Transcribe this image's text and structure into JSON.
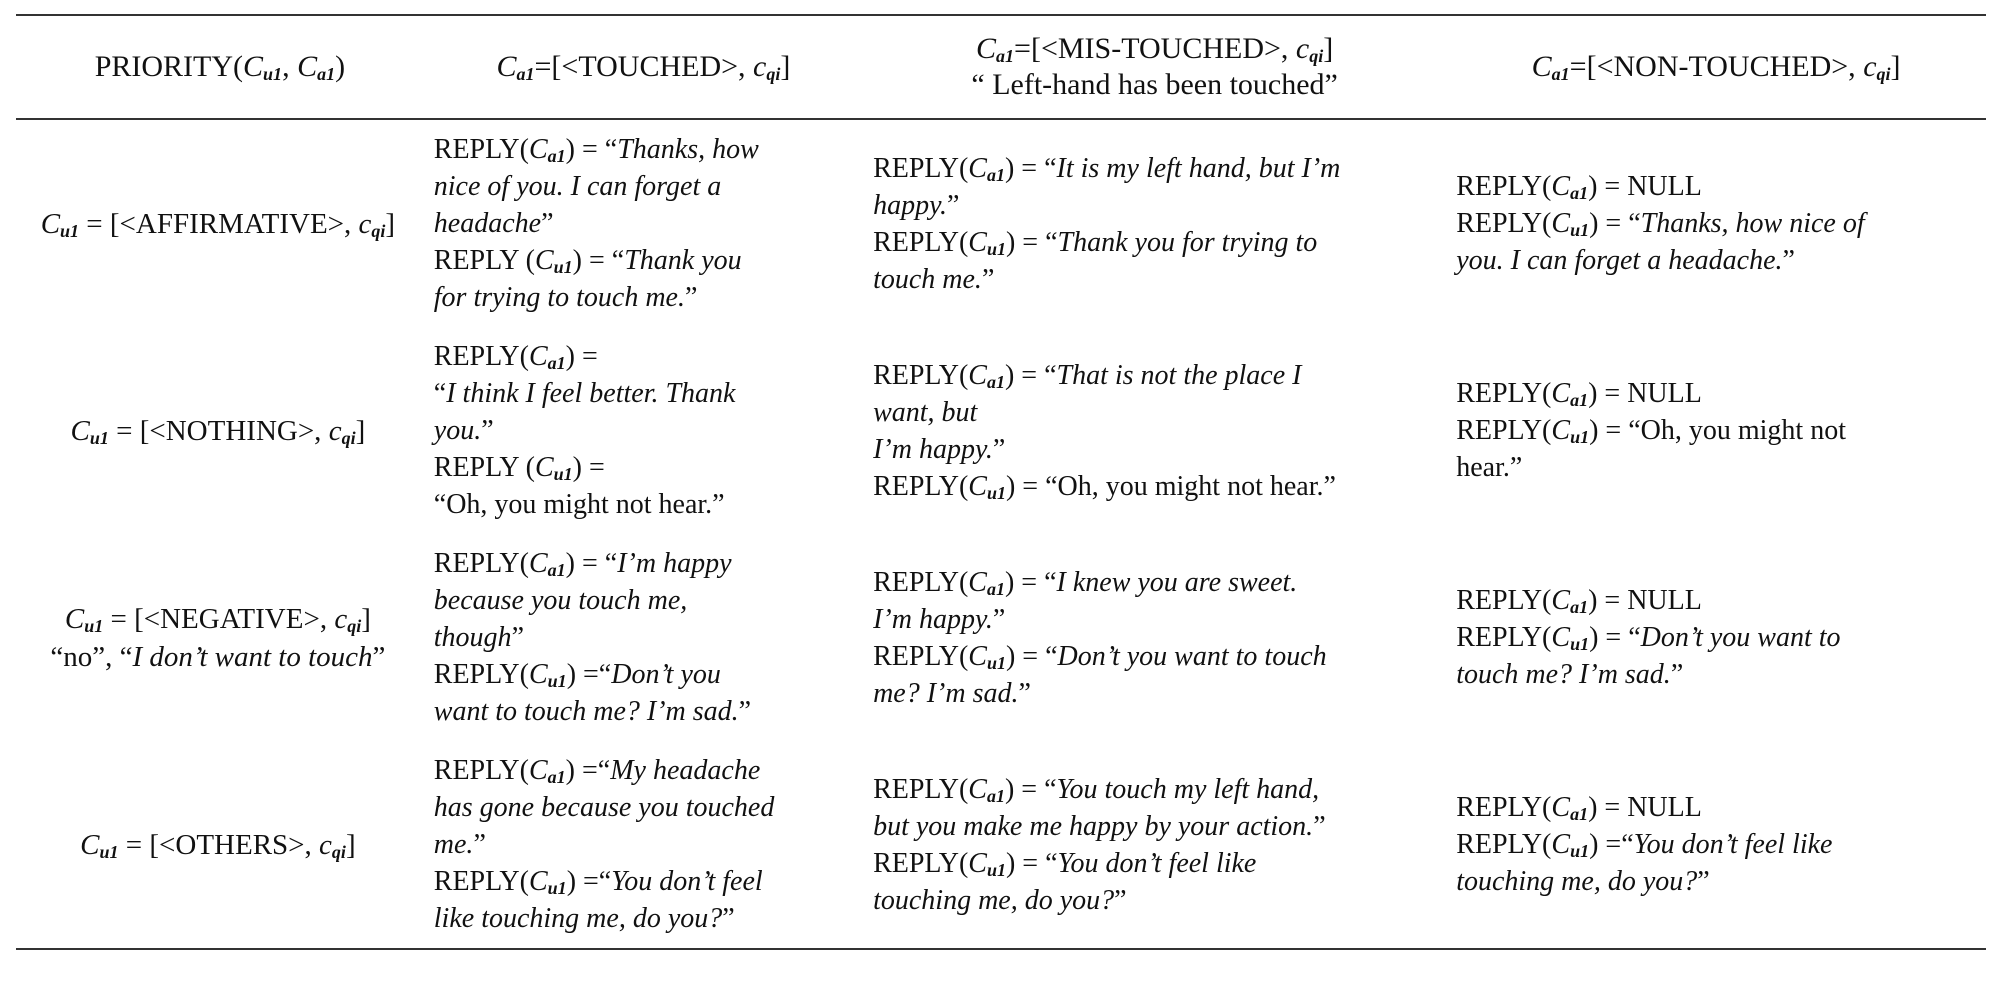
{
  "headers": {
    "priority": {
      "label": "PRIORITY(",
      "a": "C",
      "a_sub": "u1",
      "sep": ", ",
      "b": "C",
      "b_sub": "a1",
      "close": ")"
    },
    "touched": {
      "c": "C",
      "c_sub": "a1",
      "mid": "=[<TOUCHED>, ",
      "q": "c",
      "q_sub": "qi",
      "close": "]"
    },
    "mis_touched": {
      "c": "C",
      "c_sub": "a1",
      "mid": "=[<MIS-TOUCHED>, ",
      "q": "c",
      "q_sub": "qi",
      "close": "]",
      "note": "“ Left-hand has been touched”"
    },
    "non_touched": {
      "c": "C",
      "c_sub": "a1",
      "mid": "=[<NON-TOUCHED>, ",
      "q": "c",
      "q_sub": "qi",
      "close": "]"
    }
  },
  "rows": [
    {
      "head": {
        "c": "C",
        "c_sub": "u1",
        "mid": " = [<AFFIRMATIVE>, ",
        "q": "c",
        "q_sub": "qi",
        "close": "]"
      },
      "touched": [
        {
          "pre": "REPLY(",
          "c": "C",
          "s": "a1",
          "post": ") = “",
          "it": "Thanks, how"
        },
        {
          "it": "nice of you. I can forget a"
        },
        {
          "it": "headache",
          "post2": "”"
        },
        {
          "pre": "REPLY (",
          "c": "C",
          "s": "u1",
          "post": ") = “",
          "it": "Thank you"
        },
        {
          "it": "for trying to touch me.",
          "post2": "”"
        }
      ],
      "mis": [
        {
          "pre": "REPLY(",
          "c": "C",
          "s": "a1",
          "post": ") = “",
          "it": "It is my left hand, but I’m"
        },
        {
          "it": "happy.",
          "post2": "”"
        },
        {
          "pre": "REPLY(",
          "c": "C",
          "s": "u1",
          "post": ") = “",
          "it": "Thank you for trying to"
        },
        {
          "it": "touch me.",
          "post2": "”"
        }
      ],
      "non": [
        {
          "pre": "REPLY(",
          "c": "C",
          "s": "a1",
          "post": ") = NULL"
        },
        {
          "pre": "REPLY(",
          "c": "C",
          "s": "u1",
          "post": ") = “",
          "it": "Thanks, how nice of"
        },
        {
          "it": "you. I can forget a headache.",
          "post2": "”"
        }
      ]
    },
    {
      "head": {
        "c": "C",
        "c_sub": "u1",
        "mid": " = [<NOTHING>, ",
        "q": "c",
        "q_sub": "qi",
        "close": "]"
      },
      "touched": [
        {
          "pre": "REPLY(",
          "c": "C",
          "s": "a1",
          "post": ") ="
        },
        {
          "post": "“",
          "it": "I think I feel better. Thank"
        },
        {
          "it": "you.",
          "post2": "”"
        },
        {
          "pre": "REPLY (",
          "c": "C",
          "s": "u1",
          "post": ") ="
        },
        {
          "post": "“Oh, you might not hear.”"
        }
      ],
      "mis": [
        {
          "pre": "REPLY(",
          "c": "C",
          "s": "a1",
          "post": ") = “",
          "it": "That is not the place I"
        },
        {
          "it": "want, but"
        },
        {
          "it": "I’m happy.",
          "post2": "”"
        },
        {
          "pre": "REPLY(",
          "c": "C",
          "s": "u1",
          "post": ") = “Oh, you might not hear.”"
        }
      ],
      "non": [
        {
          "pre": "REPLY(",
          "c": "C",
          "s": "a1",
          "post": ") = NULL"
        },
        {
          "pre": "REPLY(",
          "c": "C",
          "s": "u1",
          "post": ") = “Oh, you might not"
        },
        {
          "post": "hear.”"
        }
      ]
    },
    {
      "head": {
        "c": "C",
        "c_sub": "u1",
        "mid": " = [<NEGATIVE>, ",
        "q": "c",
        "q_sub": "qi",
        "close": "]",
        "note_pre": "“no”, “",
        "note_it": "I don’t want to touch",
        "note_post": "”"
      },
      "touched": [
        {
          "pre": "REPLY(",
          "c": "C",
          "s": "a1",
          "post": ") = “",
          "it": "I’m happy"
        },
        {
          "it": "because you touch me,"
        },
        {
          "it": "though",
          "post2": "”"
        },
        {
          "pre": "REPLY(",
          "c": "C",
          "s": "u1",
          "post": ") =“",
          "it": "Don’t you"
        },
        {
          "it": "want to touch me? I’m sad.",
          "post2": "”"
        }
      ],
      "mis": [
        {
          "pre": "REPLY(",
          "c": "C",
          "s": "a1",
          "post": ") = “",
          "it": "I knew you are sweet."
        },
        {
          "it": "I’m happy.",
          "post2": "”"
        },
        {
          "pre": "REPLY(",
          "c": "C",
          "s": "u1",
          "post": ") = “",
          "it": "Don’t you want to touch"
        },
        {
          "it": "me? I’m sad.",
          "post2": "”"
        }
      ],
      "non": [
        {
          "pre": "REPLY(",
          "c": "C",
          "s": "a1",
          "post": ") = NULL"
        },
        {
          "pre": "REPLY(",
          "c": "C",
          "s": "u1",
          "post": ") = “",
          "it": "Don’t you want to"
        },
        {
          "it": "touch me? I’m sad.",
          "post2": "”"
        }
      ]
    },
    {
      "head": {
        "c": "C",
        "c_sub": "u1",
        "mid": " = [<OTHERS>, ",
        "q": "c",
        "q_sub": "qi",
        "close": "]"
      },
      "touched": [
        {
          "pre": "REPLY(",
          "c": "C",
          "s": "a1",
          "post": ") =“",
          "it": "My headache"
        },
        {
          "it": "has gone because you touched"
        },
        {
          "it": "me.",
          "post2": "”"
        },
        {
          "pre": "REPLY(",
          "c": "C",
          "s": "u1",
          "post": ") =“",
          "it": "You don’t feel"
        },
        {
          "it": "like touching me, do you?",
          "post2": "”"
        }
      ],
      "mis": [
        {
          "pre": "REPLY(",
          "c": "C",
          "s": "a1",
          "post": ") = “",
          "it": "You touch my left hand,"
        },
        {
          "it": "but you make me happy by your action.",
          "post2": "”"
        },
        {
          "pre": "REPLY(",
          "c": "C",
          "s": "u1",
          "post": ") = “",
          "it": "You don’t feel like"
        },
        {
          "it": "touching me, do you?",
          "post2": "”"
        }
      ],
      "non": [
        {
          "pre": "REPLY(",
          "c": "C",
          "s": "a1",
          "post": ") = NULL"
        },
        {
          "pre": "REPLY(",
          "c": "C",
          "s": "u1",
          "post": ") =“",
          "it": "You don’t feel like"
        },
        {
          "it": "touching me, do you?",
          "post2": "”"
        }
      ]
    }
  ]
}
